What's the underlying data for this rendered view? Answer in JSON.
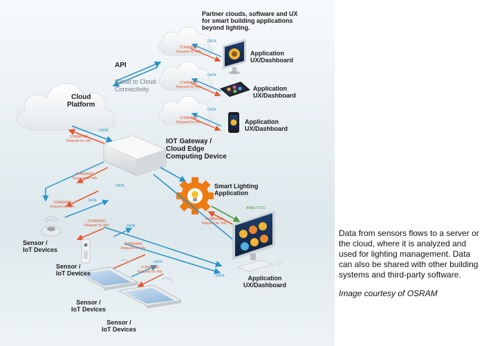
{
  "diagram": {
    "partner_note": "Partner clouds, software and UX for smart building applications beyond lighting.",
    "api_label": "API",
    "c2c_label": "Cloud to Cloud\nConnectivity",
    "cloud_platform_label": "Cloud\nPlatform",
    "gateway_label": "IOT Gateway /\nCloud Edge\nComputing Device",
    "smart_lighting_label": "Smart Lighting\nApplication",
    "analytics_label": "ANALYTICS",
    "data_label": "DATA",
    "command_label": "COMMAND\nRequest for Info",
    "applications": [
      {
        "label": "Application\nUX/Dashboard"
      },
      {
        "label": "Application\nUX/Dashboard"
      },
      {
        "label": "Application\nUX/Dashboard"
      },
      {
        "label": "Application\nUX/Dashboard"
      }
    ],
    "sensors": [
      {
        "label": "Sensor /\nIoT Devices"
      },
      {
        "label": "Sensor /\nIoT Devices"
      },
      {
        "label": "Sensor /\nIoT Devices"
      },
      {
        "label": "Sensor /\nIoT Devices"
      }
    ]
  },
  "caption": {
    "text": "Data from sensors flows to a server or the cloud, where it is analyzed and used for lighting management. Data can also be shared with other building systems and third-party software.",
    "credit": "Image courtesy of OSRAM"
  },
  "colors": {
    "command": "#e2562c",
    "data": "#2b93c7",
    "analytics": "#4b9a3e",
    "gear": "#ee7a14"
  }
}
